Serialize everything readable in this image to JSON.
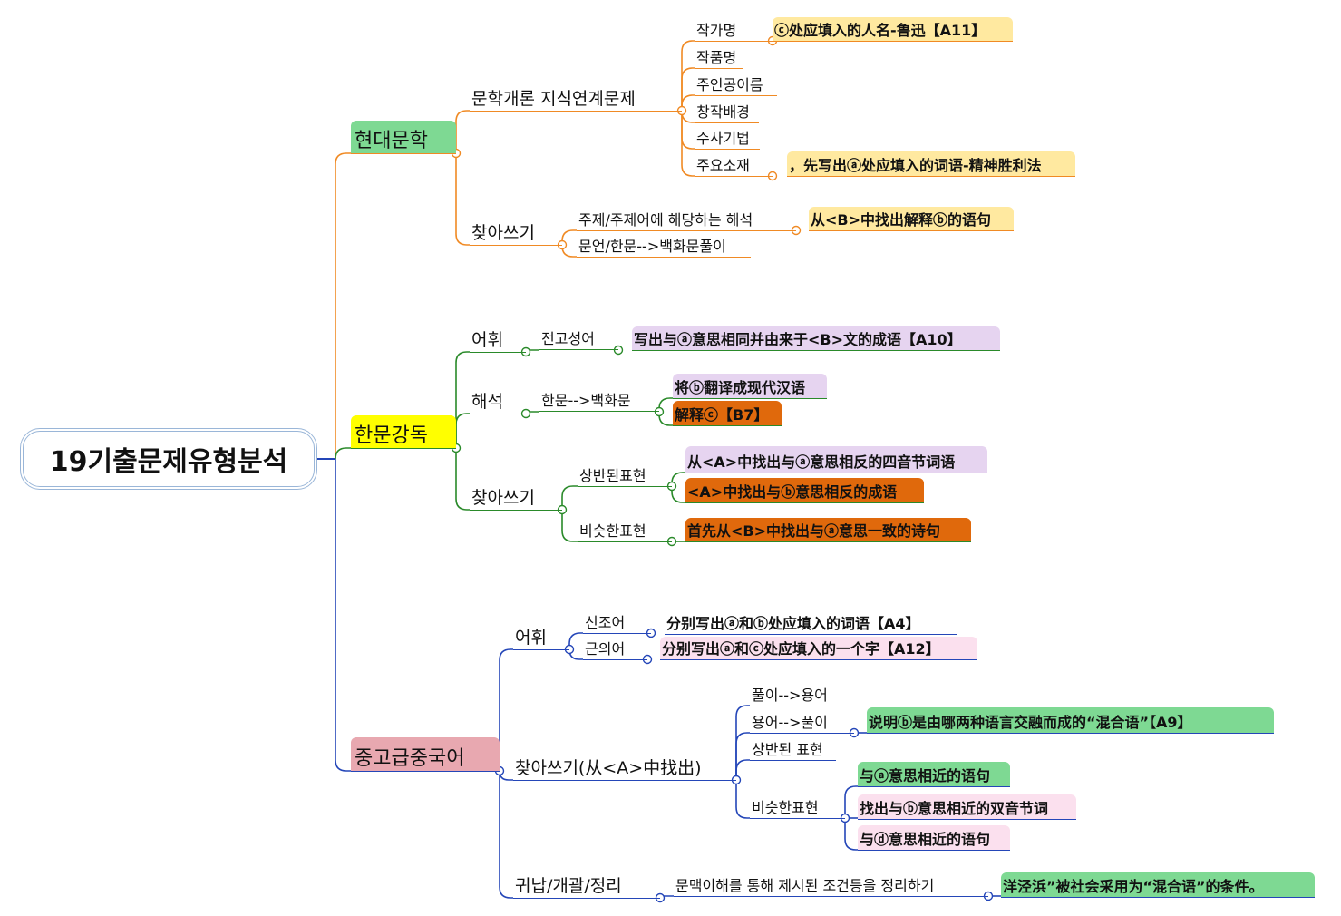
{
  "root": "19기출문제유형분석",
  "colors": {
    "orange": "#f08a24",
    "green": "#2a8a2a",
    "blue": "#2446b8",
    "yellow_bg": "#ffe9a0",
    "purple_bg": "#e6d4f0",
    "orange_bg": "#e0690c",
    "green_bg": "#7ed993",
    "pink_bg": "#fbe0ee"
  },
  "modern": {
    "label": "현대문학",
    "intro": {
      "label": "문학개론 지식연계문제",
      "items": [
        "작가명",
        "작품명",
        "주인공이름",
        "창작배경",
        "수사기법",
        "주요소재"
      ],
      "answer_author": "ⓒ处应填入的人名-鲁迅【A11】",
      "answer_material": "，先写出ⓐ处应填入的词语-精神胜利法"
    },
    "find": {
      "label": "찾아쓰기",
      "items": [
        "주제/주제어에 해당하는 해석",
        "문언/한문-->백화문풀이"
      ],
      "answer": "从<B>中找出解释ⓑ的语句"
    }
  },
  "classical": {
    "label": "한문강독",
    "vocab": {
      "label": "어휘",
      "sub": "전고성어",
      "answer": "写出与ⓐ意思相同并由来于<B>文的成语【A10】"
    },
    "interp": {
      "label": "해석",
      "sub": "한문-->백화문",
      "answers": [
        "将ⓑ翻译成现代汉语",
        "解释ⓒ【B7】"
      ]
    },
    "find": {
      "label": "찾아쓰기",
      "opposite": "상반된표현",
      "opposite_answers": [
        "从<A>中找出与ⓐ意思相反的四音节词语",
        "<A>中找出与ⓑ意思相反的成语"
      ],
      "similar": "비슷한표현",
      "similar_answer": "首先从<B>中找出与ⓐ意思一致的诗句"
    }
  },
  "advanced": {
    "label": "중고급중국어",
    "vocab": {
      "label": "어휘",
      "new": "신조어",
      "new_answer": "分别写出ⓐ和ⓑ处应填入的词语【A4】",
      "near": "근의어",
      "near_answer": "分别写出ⓐ和ⓒ处应填入的一个字【A12】"
    },
    "find": {
      "label": "찾아쓰기(从<A>中找出)",
      "items": [
        "풀이-->용어",
        "용어-->풀이",
        "상반된 표현",
        "비슷한표현"
      ],
      "term_answer": "说明ⓑ是由哪两种语言交融而成的“混合语”【A9】",
      "similar_answers": [
        "与ⓐ意思相近的语句",
        "找出与ⓑ意思相近的双音节词",
        "与ⓓ意思相近的语句"
      ]
    },
    "summary": {
      "label": "귀납/개괄/정리",
      "sub": "문맥이해를 통해 제시된 조건등을 정리하기",
      "answer": "洋泾浜”被社会采用为“混合语”的条件。"
    }
  }
}
